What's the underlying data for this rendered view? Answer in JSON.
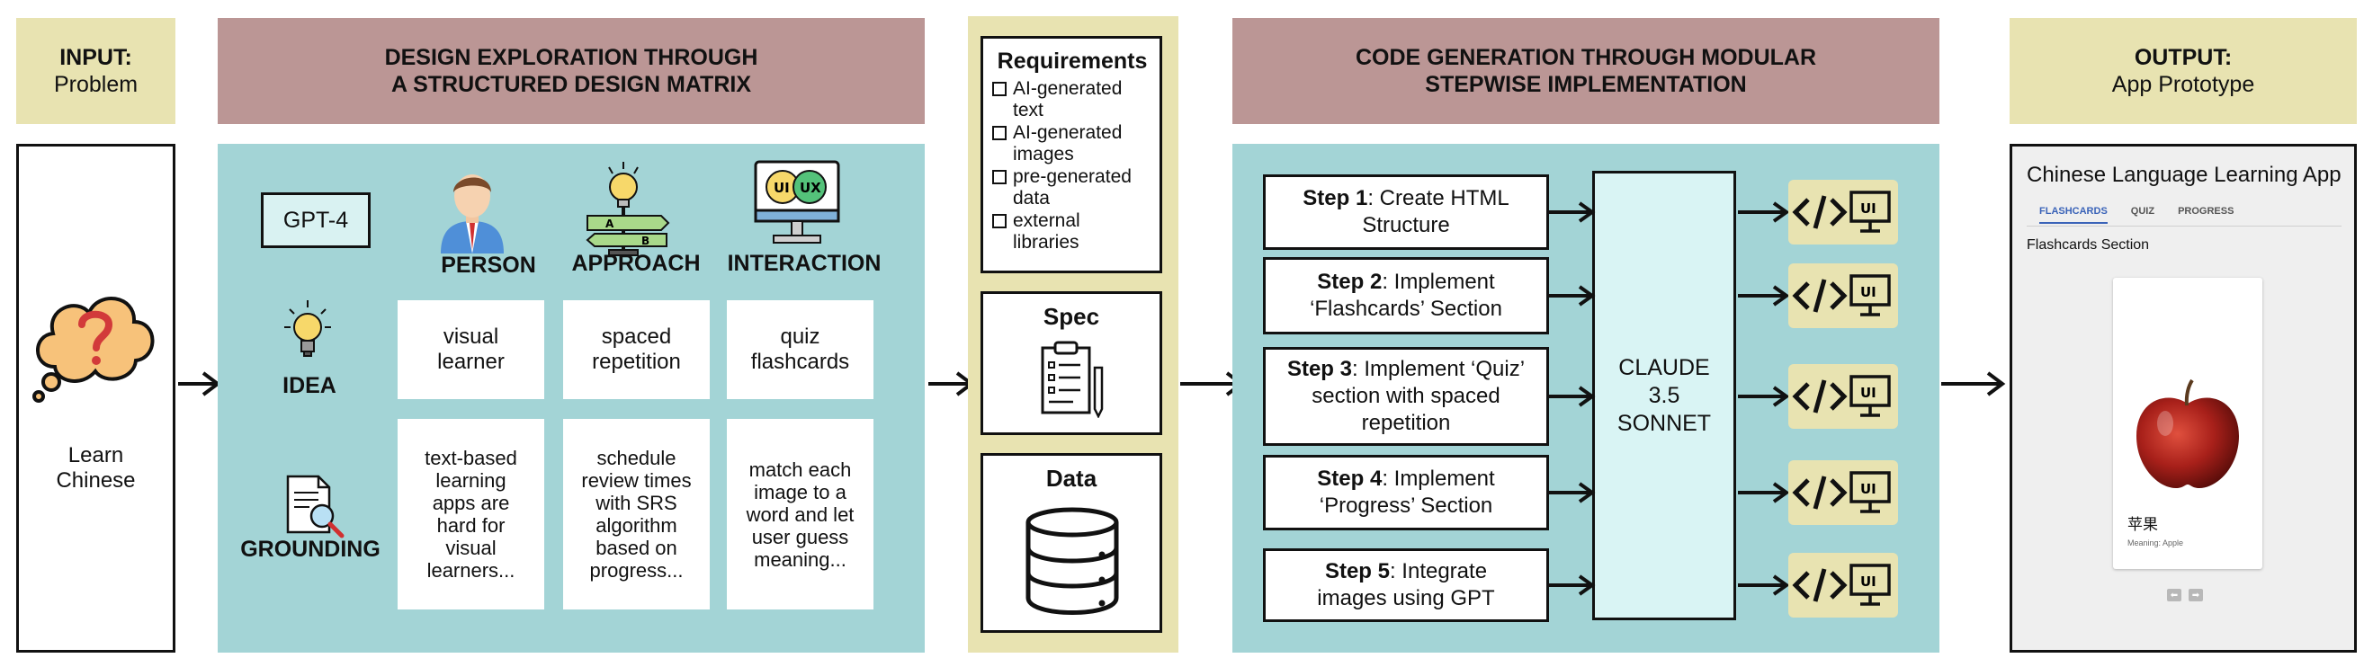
{
  "input": {
    "title": "INPUT:",
    "subtitle": "Problem",
    "problem_line1": "Learn",
    "problem_line2": "Chinese"
  },
  "design": {
    "header_line1": "DESIGN EXPLORATION THROUGH",
    "header_line2": "A STRUCTURED DESIGN MATRIX",
    "model_label": "GPT-4",
    "columns": [
      "PERSON",
      "APPROACH",
      "INTERACTION"
    ],
    "rows": [
      "IDEA",
      "GROUNDING"
    ],
    "idea_cells": [
      [
        "visual",
        "learner"
      ],
      [
        "spaced",
        "repetition"
      ],
      [
        "quiz",
        "flashcards"
      ]
    ],
    "grounding_cells": [
      [
        "text-based",
        "learning",
        "apps are",
        "hard for",
        "visual",
        "learners..."
      ],
      [
        "schedule",
        "review times",
        "with SRS",
        "algorithm",
        "based on",
        "progress..."
      ],
      [
        "match each",
        "image to a",
        "word and let",
        "user guess",
        "meaning..."
      ]
    ],
    "approach_badges": [
      "A",
      "B"
    ],
    "interaction_badges": [
      "UI",
      "UX"
    ]
  },
  "middle": {
    "requirements_title": "Requirements",
    "requirements": [
      [
        "AI-generated",
        "text"
      ],
      [
        "AI-generated",
        "images"
      ],
      [
        "pre-generated",
        "data"
      ],
      [
        "external",
        "libraries"
      ]
    ],
    "spec_title": "Spec",
    "data_title": "Data"
  },
  "code": {
    "header_line1": "CODE GENERATION THROUGH MODULAR",
    "header_line2": "STEPWISE IMPLEMENTATION",
    "steps": [
      {
        "label": "Step 1",
        "text_line1": ": Create HTML",
        "text_line2": "Structure",
        "text_line3": ""
      },
      {
        "label": "Step 2",
        "text_line1": ": Implement",
        "text_line2": "‘Flashcards’ Section",
        "text_line3": ""
      },
      {
        "label": "Step 3",
        "text_line1": ": Implement ‘Quiz’",
        "text_line2": "section with spaced",
        "text_line3": "repetition"
      },
      {
        "label": "Step 4",
        "text_line1": ": Implement",
        "text_line2": "‘Progress’ Section",
        "text_line3": ""
      },
      {
        "label": "Step 5",
        "text_line1": ": Integrate",
        "text_line2": "images using GPT",
        "text_line3": ""
      }
    ],
    "model_lines": [
      "CLAUDE",
      "3.5",
      "SONNET"
    ],
    "ui_badge": "UI"
  },
  "output": {
    "title": "OUTPUT:",
    "subtitle": "App Prototype",
    "app_title": "Chinese Language Learning App",
    "tabs": [
      "FLASHCARDS",
      "QUIZ",
      "PROGRESS"
    ],
    "section_title": "Flashcards Section",
    "card_word": "苹果",
    "card_meaning": "Meaning: Apple",
    "nav_prev": "⬅",
    "nav_next": "➡"
  },
  "colors": {
    "header_yellow": "#e8e3b1",
    "header_rose": "#bb9695",
    "teal_panel": "#a3d4d6",
    "model_box": "#d9f4f4",
    "apple_red": "#a8201a"
  }
}
